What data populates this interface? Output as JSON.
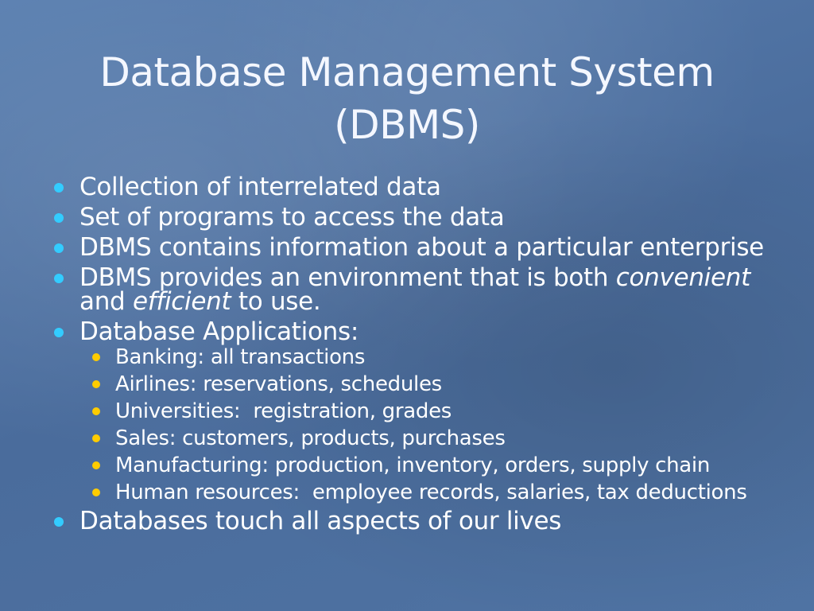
{
  "slide": {
    "title_line1": "Database Management System",
    "title_line2": "(DBMS)",
    "bullets": [
      "Collection of interrelated data",
      "Set of programs to access the data",
      "DBMS contains information about a particular enterprise",
      {
        "pre": "DBMS provides an environment that is both ",
        "em1": "convenient",
        "mid": " and ",
        "em2": "efficient",
        "post": " to use."
      },
      "Database Applications:",
      "Databases touch all aspects of our lives"
    ],
    "applications": [
      "Banking: all transactions",
      "Airlines: reservations, schedules",
      "Universities:  registration, grades",
      "Sales: customers, products, purchases",
      "Manufacturing: production, inventory, orders, supply chain",
      "Human resources:  employee records, salaries, tax deductions"
    ]
  },
  "colors": {
    "background": "#4f73a3",
    "level1_bullet": "#33ccff",
    "level2_bullet": "#ffcc00",
    "text": "#ffffff"
  }
}
